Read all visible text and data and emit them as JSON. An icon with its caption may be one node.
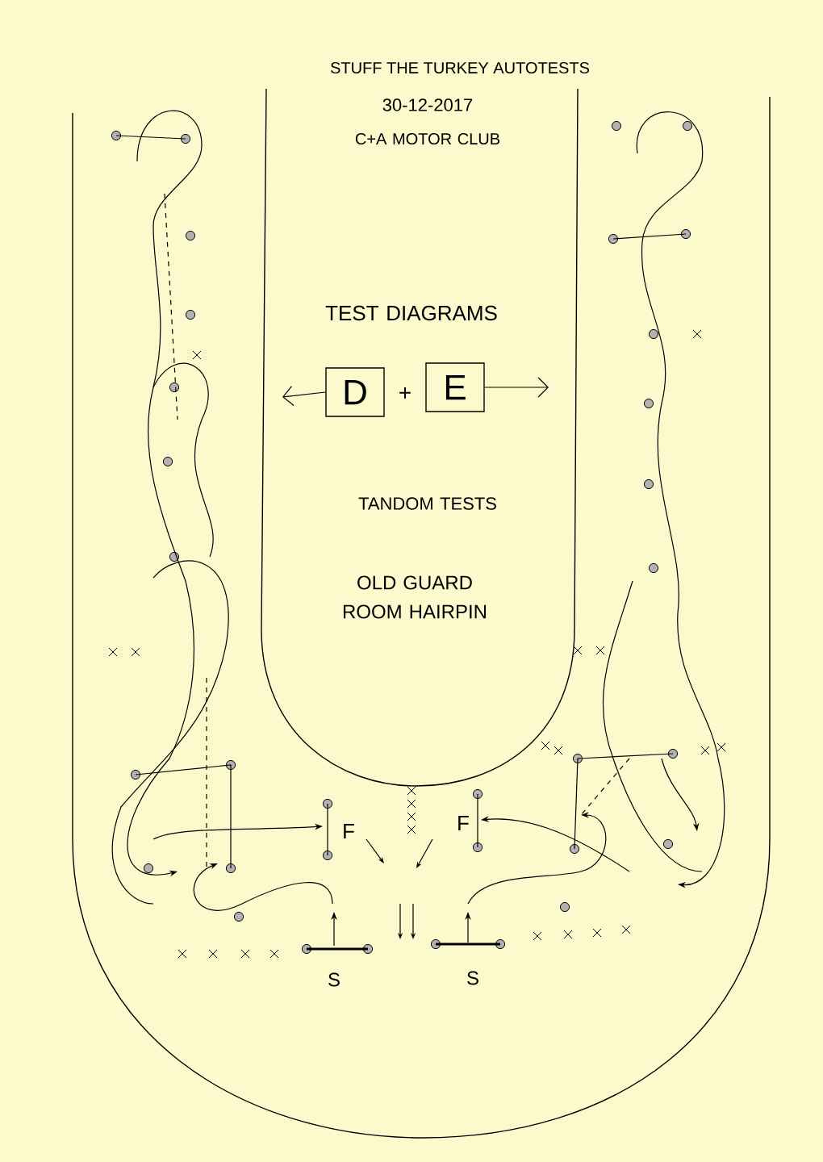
{
  "diagram": {
    "title": "STUFF THE TURKEY AUTOTESTS",
    "nodes": [
      {
        "text": [
          "D"
        ]
      },
      {
        "text": [
          "E"
        ]
      }
    ],
    "edges": [
      {
        "from": 0,
        "to": null,
        "arrow": "to"
      },
      {
        "from": 1,
        "to": null,
        "arrow": "to"
      }
    ],
    "labels": [
      "30-12-2017",
      "C+A MOTOR CLUB",
      "TEST DIAGRAMS",
      "+",
      "TANDOM TESTS",
      "OLD GUARD ROOM HAIRPIN",
      "F",
      "F",
      "S",
      "S"
    ]
  }
}
